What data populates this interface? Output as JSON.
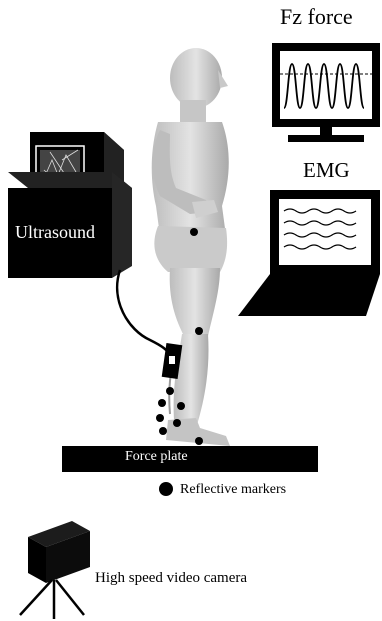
{
  "labels": {
    "fz_force": "Fz force",
    "emg": "EMG",
    "ultrasound": "Ultrasound",
    "force_plate": "Force plate",
    "reflective_markers": "Reflective markers",
    "camera": "High speed video camera"
  },
  "colors": {
    "equipment": "#000000",
    "screen": "#ffffff",
    "skin": "#d9d9d9",
    "skin_shadow": "#a8a8a8"
  },
  "icons": [
    "ultrasound-machine-icon",
    "force-monitor-icon",
    "emg-laptop-icon",
    "camera-icon",
    "marker-dot-icon"
  ]
}
